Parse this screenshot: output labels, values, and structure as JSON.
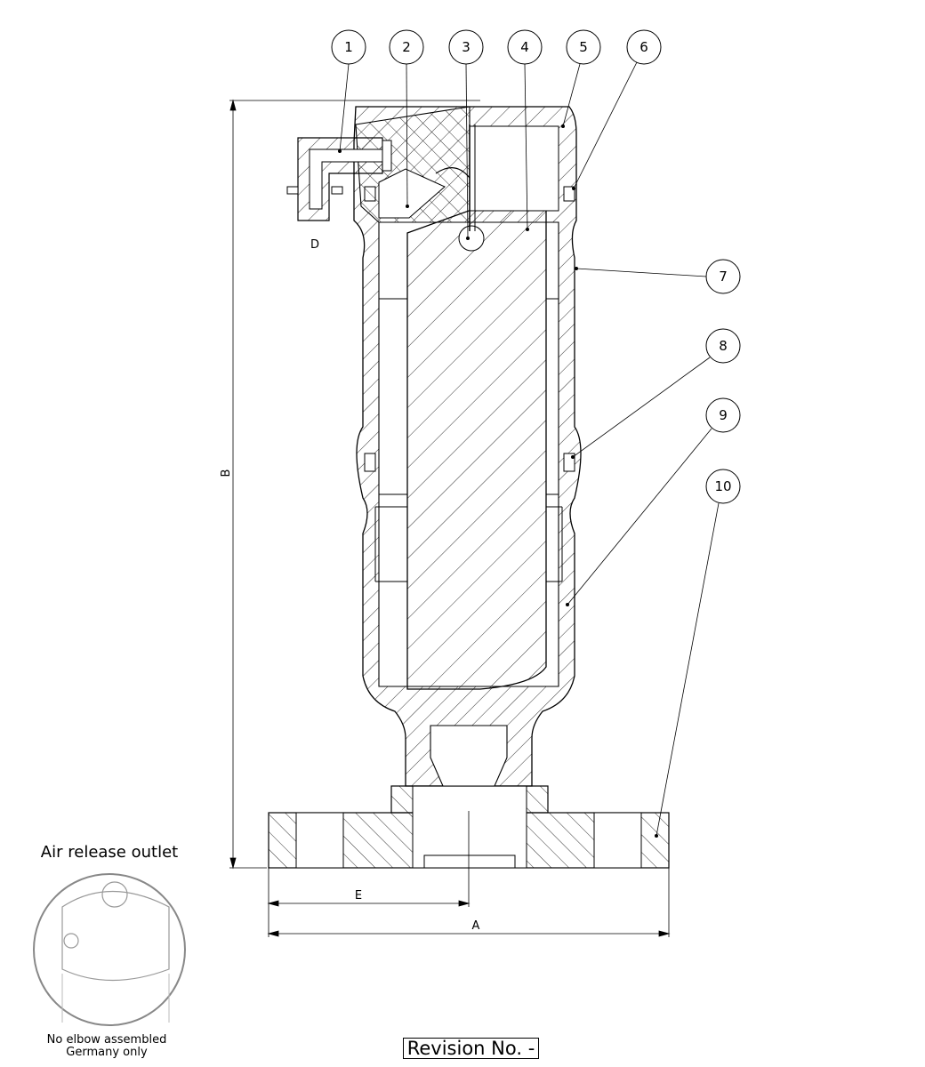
{
  "balloons": [
    "1",
    "2",
    "3",
    "4",
    "5",
    "6",
    "7",
    "8",
    "9",
    "10"
  ],
  "dimensions": {
    "overall_width": "A",
    "overall_height": "B",
    "outlet": "D",
    "outlet_offset": "E"
  },
  "inset": {
    "title": "Air release outlet",
    "note_line1": "No elbow assembled",
    "note_line2": "Germany only"
  },
  "revision": "Revision No. -"
}
